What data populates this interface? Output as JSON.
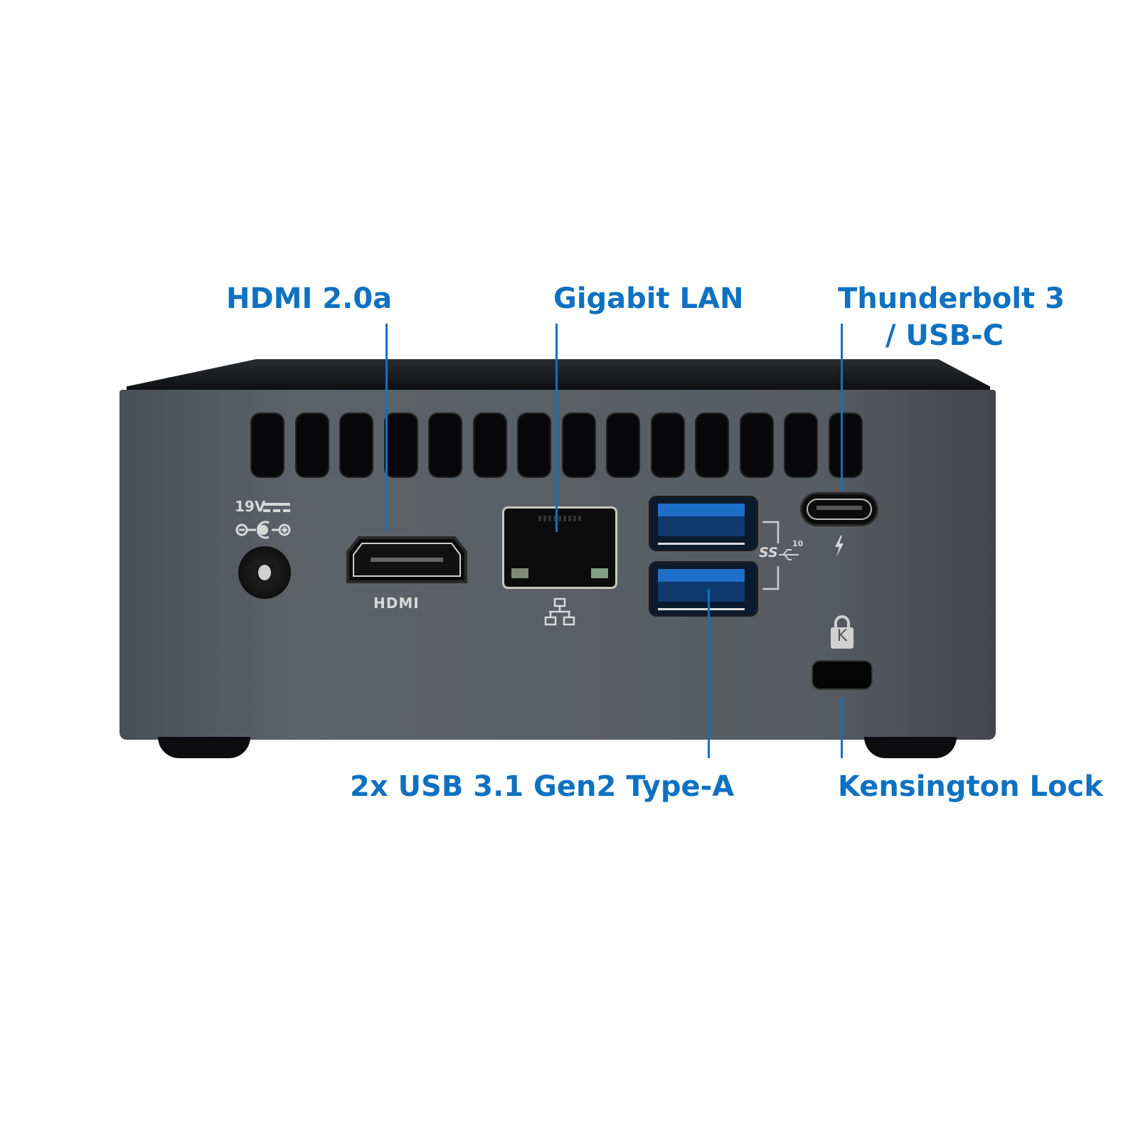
{
  "labels": {
    "hdmi": "HDMI 2.0a",
    "lan": "Gigabit LAN",
    "thunderbolt_line1": "Thunderbolt 3",
    "thunderbolt_line2": "/ USB-C",
    "usb": "2x USB 3.1 Gen2 Type-A",
    "kensington": "Kensington Lock"
  },
  "silkscreen": {
    "power": "19V",
    "hdmi": "HDMI",
    "usb_ss": "SS",
    "usb_speed": "10",
    "lock_letter": "K"
  },
  "colors": {
    "accent": "#0f71c1",
    "chassis": "#575b62",
    "usb_blue": "#1d6fc8"
  }
}
